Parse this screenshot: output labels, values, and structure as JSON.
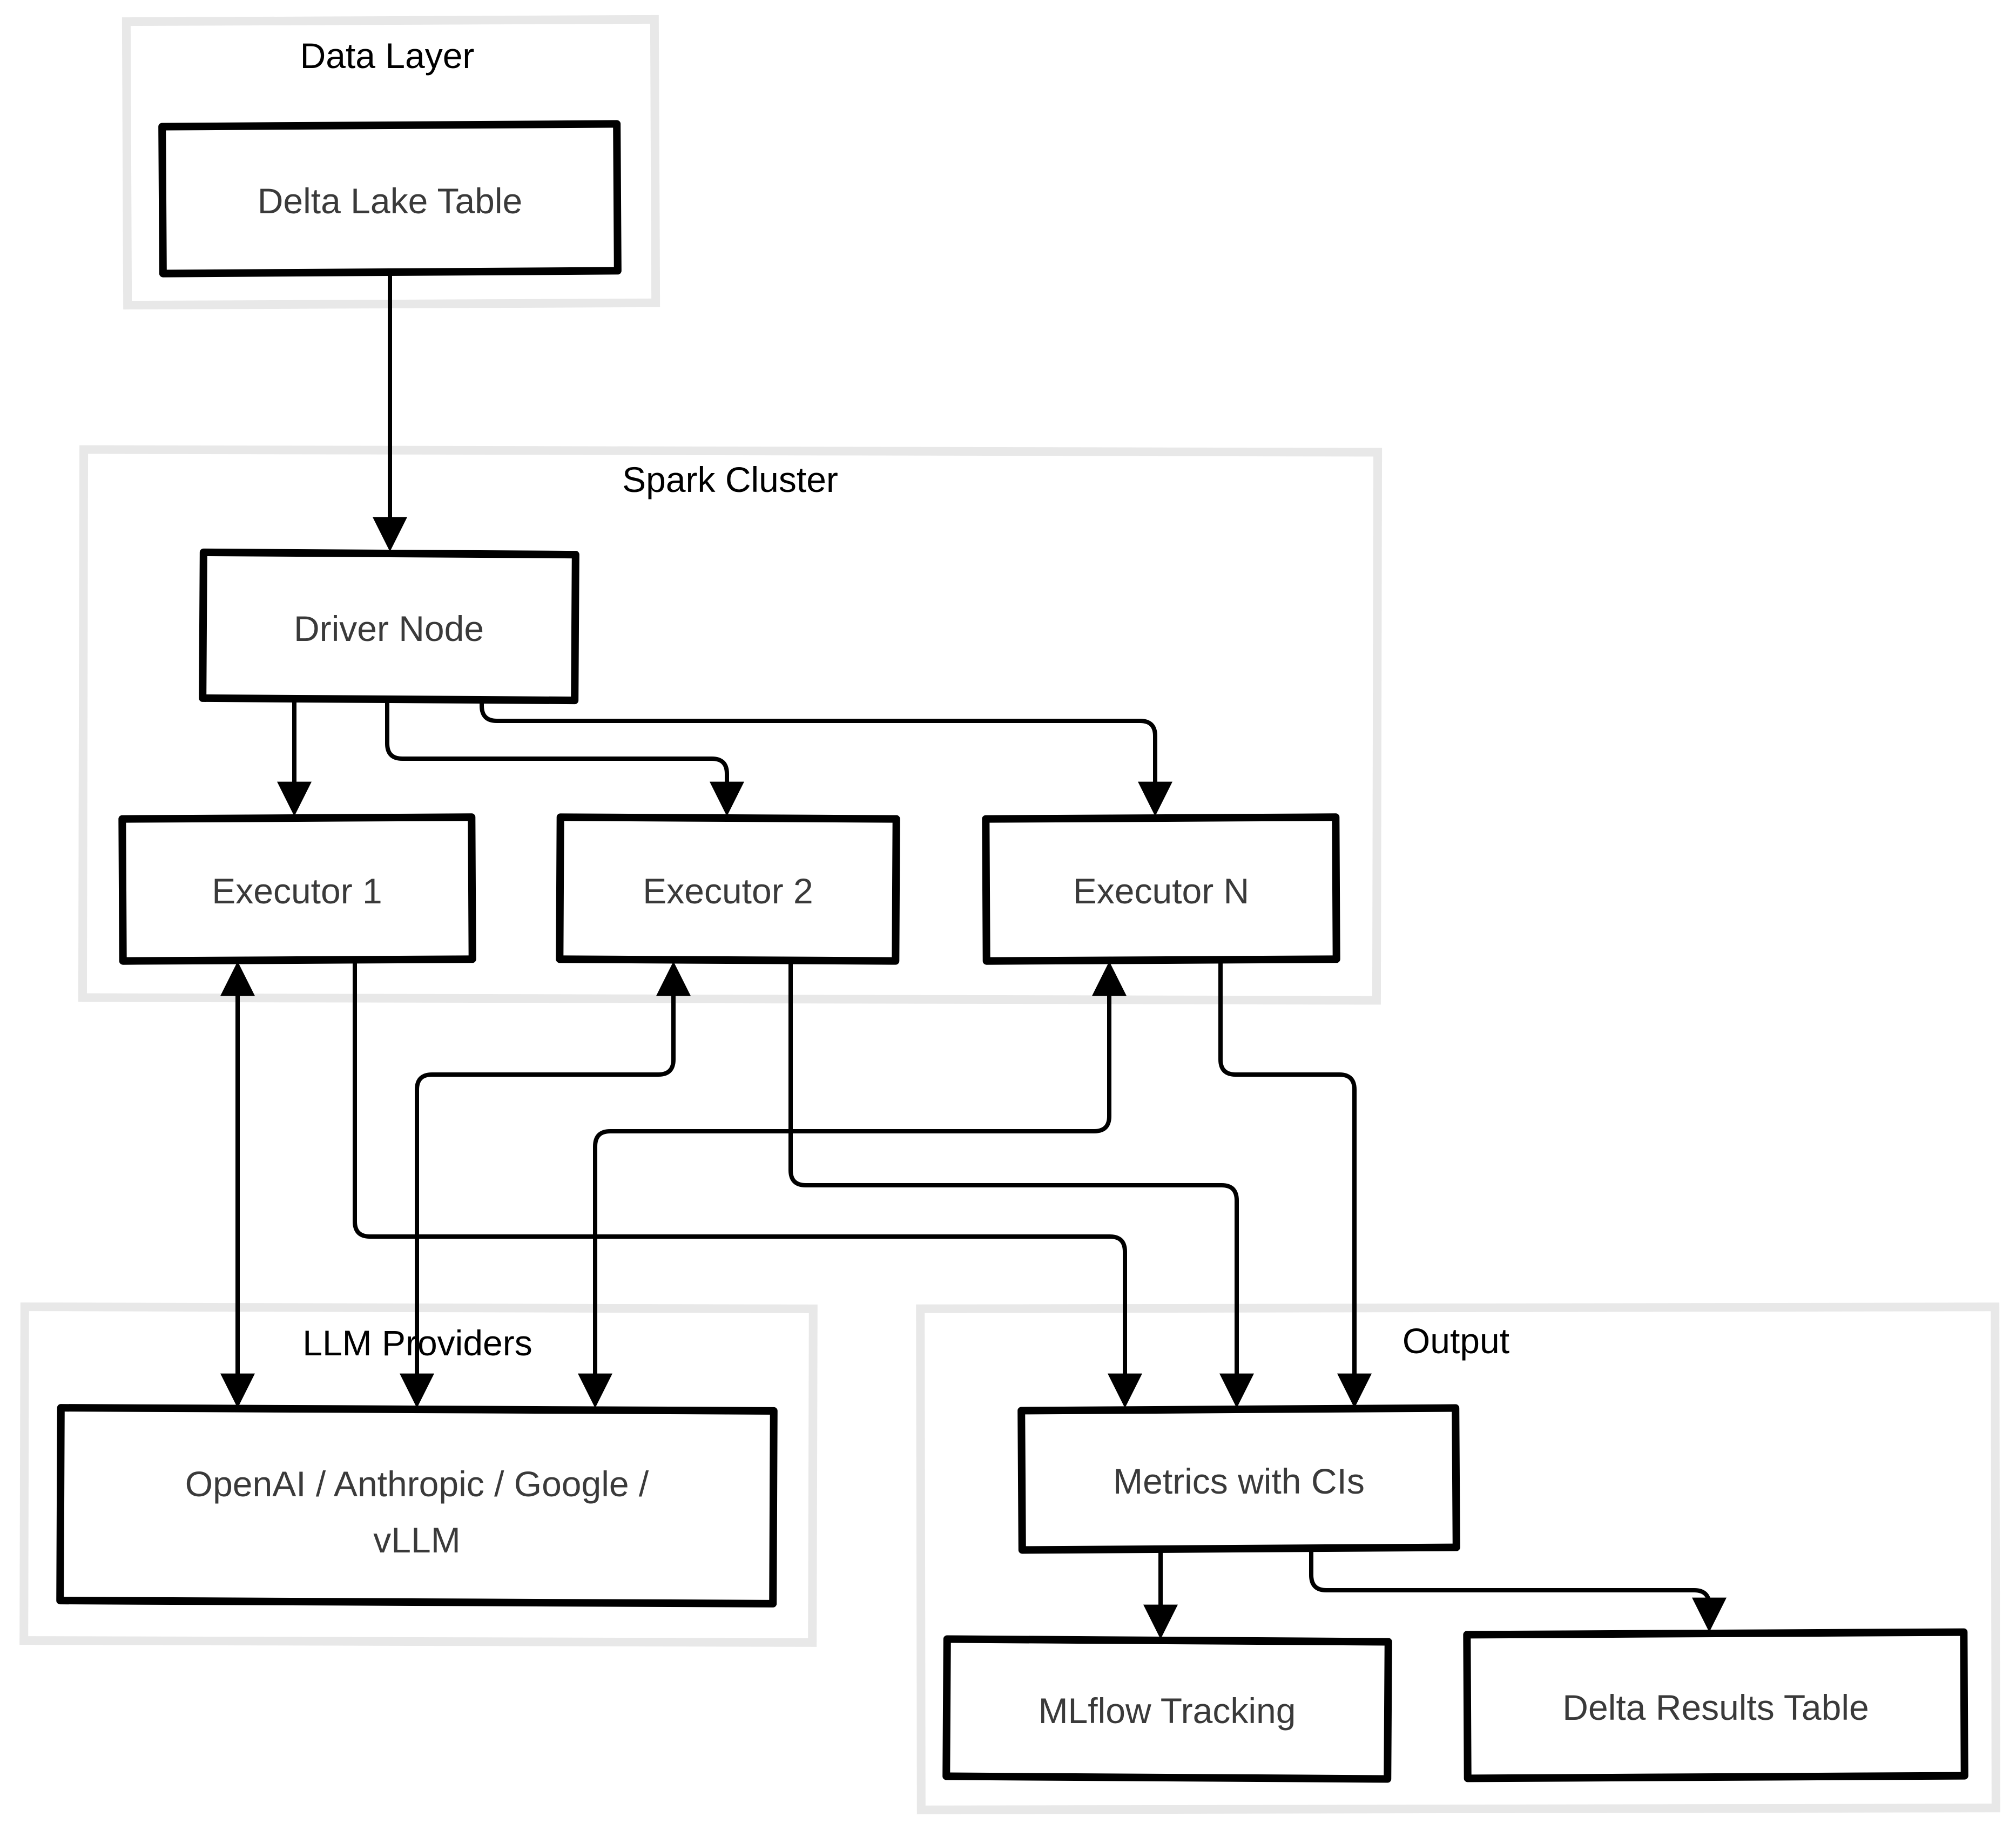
{
  "diagram": {
    "type": "architecture-flowchart",
    "style": "hand-drawn-sketch",
    "background": "#ffffff",
    "colors": {
      "node_border": "#000000",
      "node_fill": "#ffffff",
      "cluster_border": "#e8e8e8",
      "node_text": "#3a3a3a",
      "cluster_text": "#000000",
      "edge": "#000000"
    },
    "clusters": {
      "data_layer": {
        "label": "Data Layer"
      },
      "spark_cluster": {
        "label": "Spark Cluster"
      },
      "llm_providers": {
        "label": "LLM Providers"
      },
      "output": {
        "label": "Output"
      }
    },
    "nodes": {
      "delta_lake_table": {
        "label": "Delta Lake Table",
        "cluster": "Data Layer"
      },
      "driver_node": {
        "label": "Driver Node",
        "cluster": "Spark Cluster"
      },
      "executor_1": {
        "label": "Executor 1",
        "cluster": "Spark Cluster"
      },
      "executor_2": {
        "label": "Executor 2",
        "cluster": "Spark Cluster"
      },
      "executor_n": {
        "label": "Executor N",
        "cluster": "Spark Cluster"
      },
      "llm_box": {
        "label": "OpenAI / Anthropic / Google / vLLM",
        "line1": "OpenAI / Anthropic / Google /",
        "line2": "vLLM",
        "cluster": "LLM Providers"
      },
      "metrics": {
        "label": "Metrics with CIs",
        "cluster": "Output"
      },
      "mlflow": {
        "label": "MLflow Tracking",
        "cluster": "Output"
      },
      "delta_results": {
        "label": "Delta Results Table",
        "cluster": "Output"
      }
    },
    "edges": [
      {
        "from": "delta_lake_table",
        "to": "driver_node",
        "direction": "one-way"
      },
      {
        "from": "driver_node",
        "to": "executor_1",
        "direction": "one-way"
      },
      {
        "from": "driver_node",
        "to": "executor_2",
        "direction": "one-way"
      },
      {
        "from": "driver_node",
        "to": "executor_n",
        "direction": "one-way"
      },
      {
        "from": "executor_1",
        "to": "llm_box",
        "direction": "two-way"
      },
      {
        "from": "executor_2",
        "to": "llm_box",
        "direction": "two-way"
      },
      {
        "from": "executor_n",
        "to": "llm_box",
        "direction": "two-way"
      },
      {
        "from": "executor_1",
        "to": "metrics",
        "direction": "one-way"
      },
      {
        "from": "executor_2",
        "to": "metrics",
        "direction": "one-way"
      },
      {
        "from": "executor_n",
        "to": "metrics",
        "direction": "one-way"
      },
      {
        "from": "metrics",
        "to": "mlflow",
        "direction": "one-way"
      },
      {
        "from": "metrics",
        "to": "delta_results",
        "direction": "one-way"
      }
    ]
  }
}
